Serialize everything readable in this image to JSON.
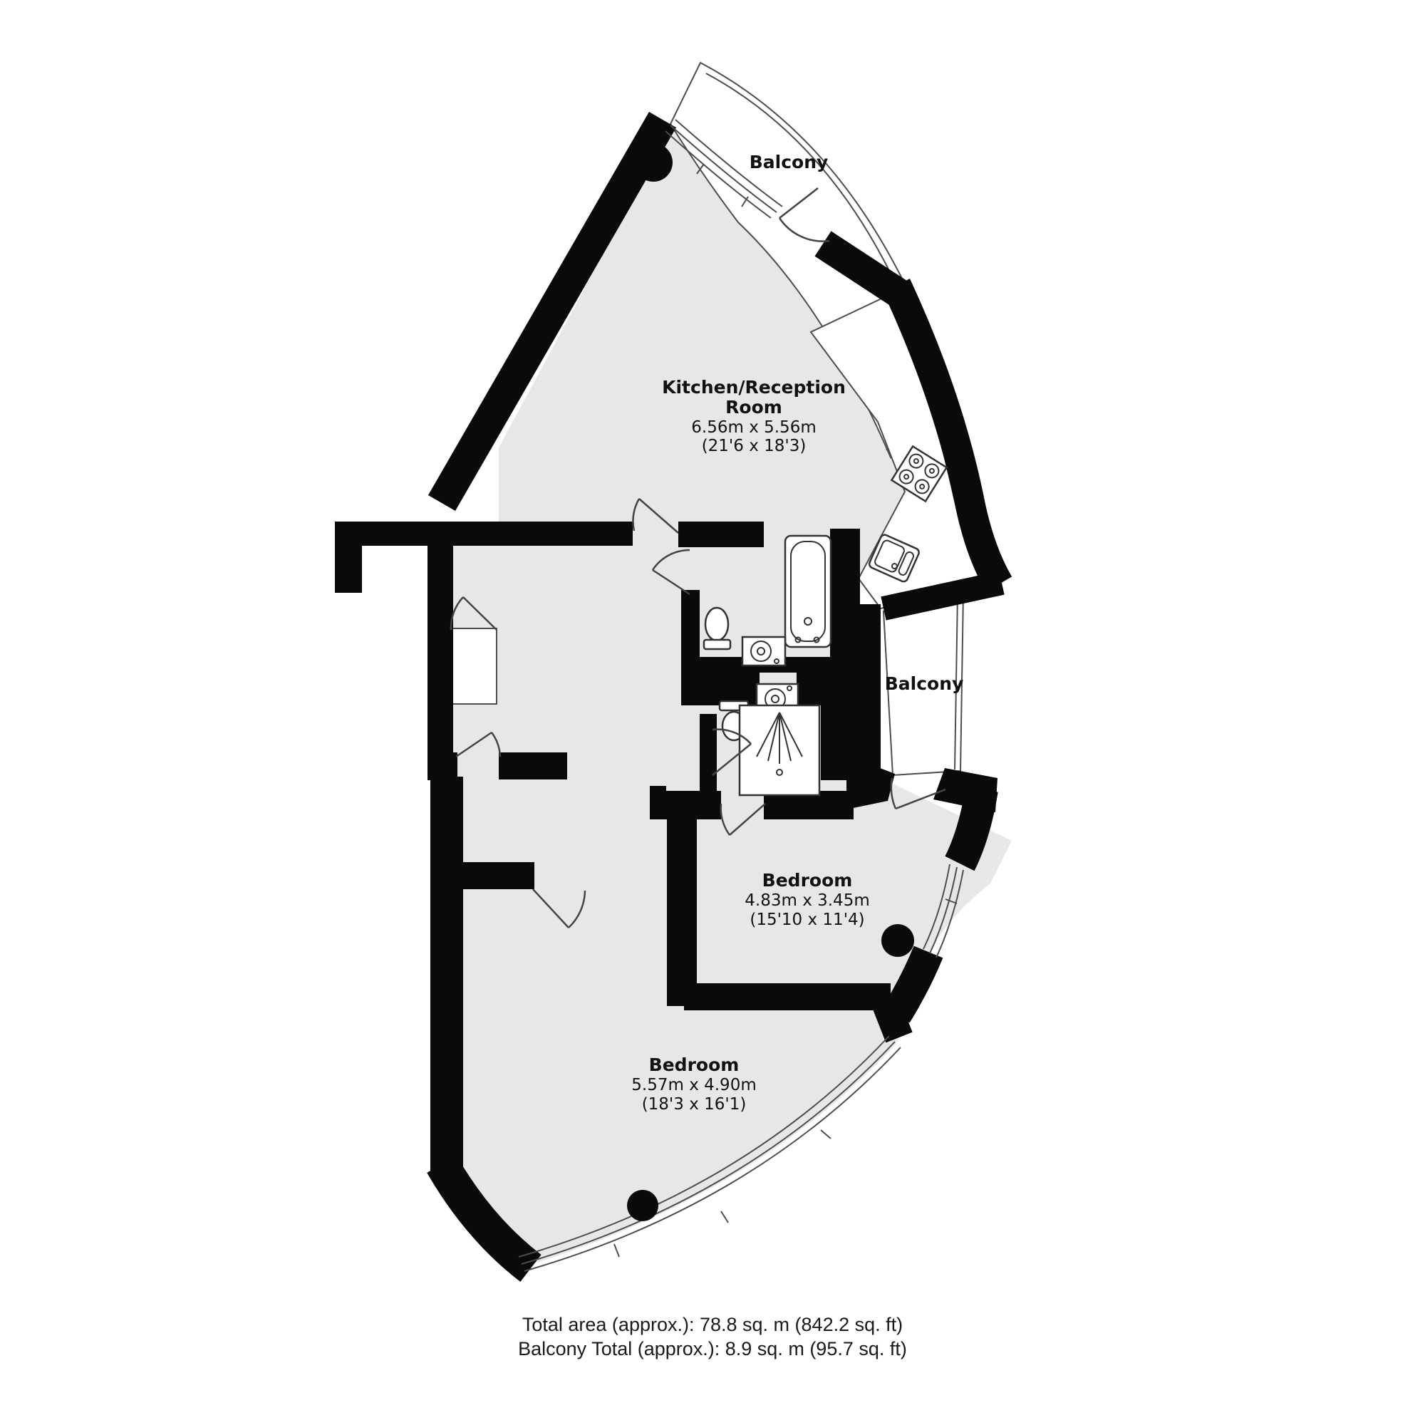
{
  "floorplan": {
    "colors": {
      "background": "#ffffff",
      "wall": "#0a0a0a",
      "floor": "#e7e7e7",
      "outline": "#4d4d4d"
    },
    "kitchen": {
      "label_line1": "Kitchen/Reception",
      "label_line2": "Room",
      "dimensions_metric": "6.56m x 5.56m",
      "dimensions_imperial": "(21'6 x 18'3)"
    },
    "bedroom_middle": {
      "label": "Bedroom",
      "dimensions_metric": "4.83m x 3.45m",
      "dimensions_imperial": "(15'10 x 11'4)"
    },
    "bedroom_bottom": {
      "label": "Bedroom",
      "dimensions_metric": "5.57m x 4.90m",
      "dimensions_imperial": "(18'3 x 16'1)"
    },
    "balcony_top": {
      "label": "Balcony"
    },
    "balcony_right": {
      "label": "Balcony"
    },
    "summary": {
      "total_area": "Total area (approx.): 78.8 sq. m (842.2 sq. ft)",
      "balcony_total": "Balcony Total (approx.): 8.9 sq. m (95.7 sq. ft)"
    }
  }
}
